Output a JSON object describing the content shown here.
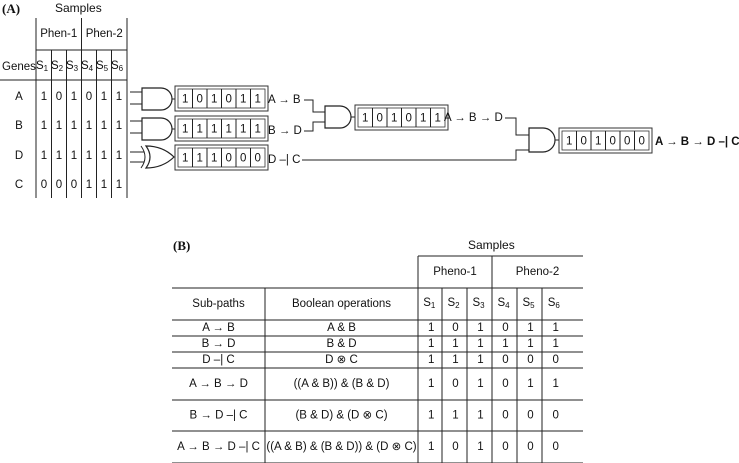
{
  "panel_a": {
    "label": "(A)",
    "samples_title": "Samples",
    "groups": [
      "Phen-1",
      "Phen-2"
    ],
    "genes_header": "Genes",
    "sample_labels": [
      {
        "base": "S",
        "sub": "1"
      },
      {
        "base": "S",
        "sub": "2"
      },
      {
        "base": "S",
        "sub": "3"
      },
      {
        "base": "S",
        "sub": "4"
      },
      {
        "base": "S",
        "sub": "5"
      },
      {
        "base": "S",
        "sub": "6"
      }
    ],
    "rows": [
      {
        "gene": "A",
        "values": [
          "1",
          "0",
          "1",
          "0",
          "1",
          "1"
        ]
      },
      {
        "gene": "B",
        "values": [
          "1",
          "1",
          "1",
          "1",
          "1",
          "1"
        ]
      },
      {
        "gene": "D",
        "values": [
          "1",
          "1",
          "1",
          "1",
          "1",
          "1"
        ]
      },
      {
        "gene": "C",
        "values": [
          "0",
          "0",
          "0",
          "1",
          "1",
          "1"
        ]
      }
    ],
    "gates": [
      {
        "name": "and-gate-ab",
        "type": "AND"
      },
      {
        "name": "and-gate-bd",
        "type": "AND"
      },
      {
        "name": "xor-gate-dc",
        "type": "XOR"
      },
      {
        "name": "and-gate-abd",
        "type": "AND"
      },
      {
        "name": "and-gate-final",
        "type": "AND"
      }
    ],
    "registers": [
      {
        "values": [
          "1",
          "0",
          "1",
          "0",
          "1",
          "1"
        ],
        "label": "A → B"
      },
      {
        "values": [
          "1",
          "1",
          "1",
          "1",
          "1",
          "1"
        ],
        "label": "B → D"
      },
      {
        "values": [
          "1",
          "1",
          "1",
          "0",
          "0",
          "0"
        ],
        "label": "D –| C"
      },
      {
        "values": [
          "1",
          "0",
          "1",
          "0",
          "1",
          "1"
        ],
        "label": "A → B → D"
      },
      {
        "values": [
          "1",
          "0",
          "1",
          "0",
          "0",
          "0"
        ],
        "label": "A → B → D –| C"
      }
    ]
  },
  "panel_b": {
    "label": "(B)",
    "samples_title": "Samples",
    "groups": [
      "Pheno-1",
      "Pheno-2"
    ],
    "col_headers": {
      "subpaths": "Sub-paths",
      "boolean": "Boolean operations"
    },
    "sample_labels": [
      {
        "base": "S",
        "sub": "1"
      },
      {
        "base": "S",
        "sub": "2"
      },
      {
        "base": "S",
        "sub": "3"
      },
      {
        "base": "S",
        "sub": "4"
      },
      {
        "base": "S",
        "sub": "5"
      },
      {
        "base": "S",
        "sub": "6"
      }
    ],
    "rows": [
      {
        "subpath": "A → B",
        "operation": "A & B",
        "values": [
          "1",
          "0",
          "1",
          "0",
          "1",
          "1"
        ]
      },
      {
        "subpath": "B → D",
        "operation": "B & D",
        "values": [
          "1",
          "1",
          "1",
          "1",
          "1",
          "1"
        ]
      },
      {
        "subpath": "D –| C",
        "operation": "D ⊗ C",
        "values": [
          "1",
          "1",
          "1",
          "0",
          "0",
          "0"
        ]
      },
      {
        "subpath": "A → B → D",
        "operation": "((A & B)) & (B & D)",
        "values": [
          "1",
          "0",
          "1",
          "0",
          "1",
          "1"
        ]
      },
      {
        "subpath": "B → D –| C",
        "operation": "(B & D) & (D ⊗ C)",
        "values": [
          "1",
          "1",
          "1",
          "0",
          "0",
          "0"
        ]
      },
      {
        "subpath": "A → B → D –| C",
        "operation": "((A & B) & (B & D)) & (D ⊗ C)",
        "values": [
          "1",
          "0",
          "1",
          "0",
          "0",
          "0"
        ]
      }
    ]
  }
}
